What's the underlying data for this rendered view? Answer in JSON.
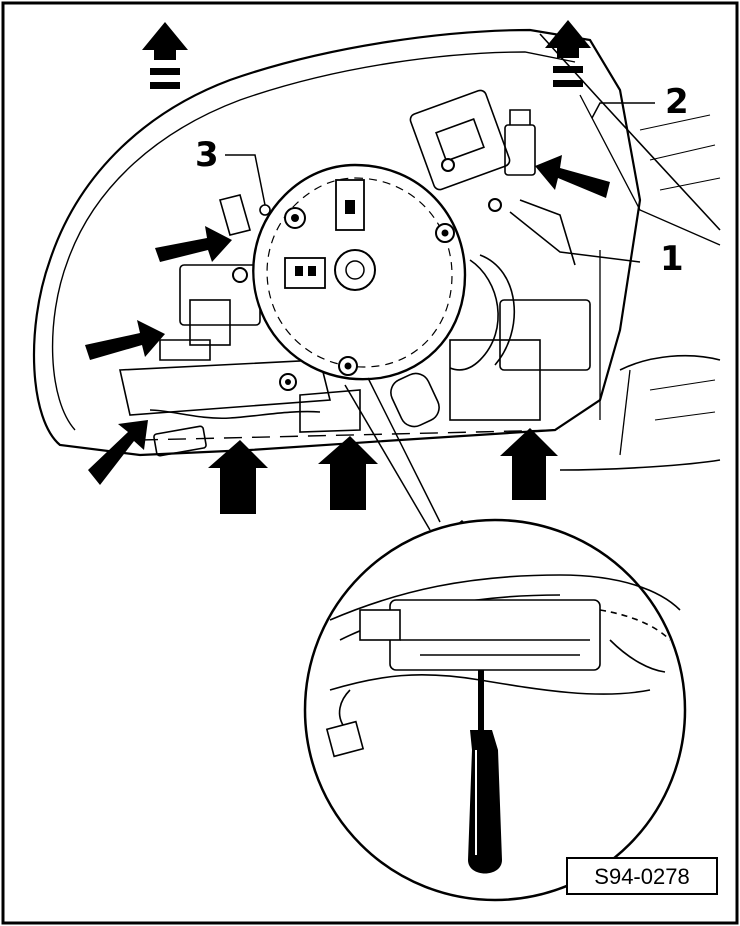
{
  "callouts": {
    "label_1": "1",
    "label_2": "2",
    "label_3": "3"
  },
  "reference_code": "S94-0278",
  "colors": {
    "ink": "#000000",
    "paper": "#ffffff",
    "shade": "#d9d9d9"
  }
}
